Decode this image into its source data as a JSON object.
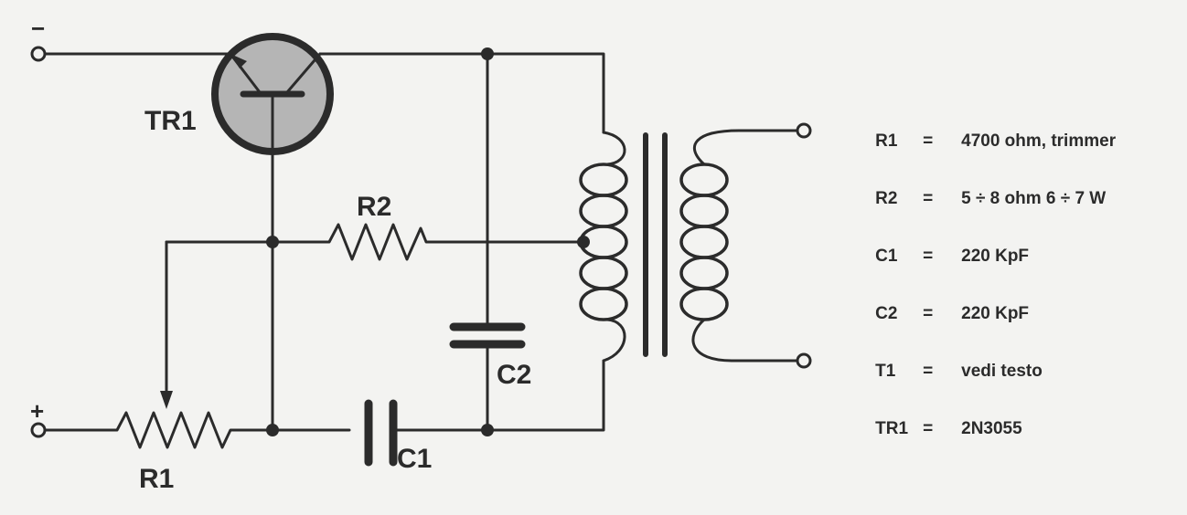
{
  "diagram": {
    "terminals": {
      "negative": "−",
      "positive": "+"
    },
    "labels": {
      "tr1": "TR1",
      "r1": "R1",
      "r2": "R2",
      "c1": "C1",
      "c2": "C2"
    }
  },
  "legend": [
    {
      "ref": "R1",
      "sep": "=",
      "value": "4700 ohm, trimmer"
    },
    {
      "ref": "R2",
      "sep": "=",
      "value": "5 ÷ 8 ohm 6 ÷ 7 W"
    },
    {
      "ref": "C1",
      "sep": "=",
      "value": "220 KpF"
    },
    {
      "ref": "C2",
      "sep": "=",
      "value": "220 KpF"
    },
    {
      "ref": "T1",
      "sep": "=",
      "value": "vedi testo"
    },
    {
      "ref": "TR1",
      "sep": "=",
      "value": "2N3055"
    }
  ]
}
